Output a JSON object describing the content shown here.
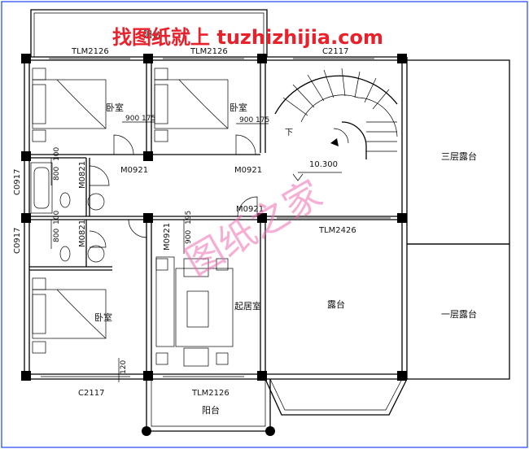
{
  "watermark_top": "找图纸就上 tuzhizhijia.com",
  "watermark_diag": "图纸之家",
  "rooms": {
    "bedroom_1": "卧室",
    "bedroom_2": "卧室",
    "bedroom_3": "卧室",
    "living": "起居室",
    "terrace": "露台",
    "terrace_3f": "三层露台",
    "terrace_1f": "一层露台",
    "balcony_bottom": "阳台",
    "balcony_top": "阳台"
  },
  "labels": {
    "tlm_top_left": "TLM2126",
    "tlm_top_mid": "TLM2126",
    "c_top": "C2117",
    "m_left": "M0921",
    "m_mid": "M0921",
    "m_right": "M0921",
    "m_living": "M0921",
    "m_bath_1": "M0821",
    "m_bath_2": "M0821",
    "tlm_terrace": "TLM2426",
    "c_bottom": "C2117",
    "tlm_bottom": "TLM2126",
    "c_side_1": "C0917",
    "c_side_2": "C0917",
    "dim_900_a": "900",
    "dim_175_a": "175",
    "dim_900_b": "900",
    "dim_175_b": "175",
    "dim_800_a": "800",
    "dim_100_a": "100",
    "dim_800_b": "800",
    "dim_100_b": "100",
    "dim_900_c": "900",
    "dim_195": "195",
    "dim_120": "120",
    "elevation": "10.300",
    "stair_down": "下"
  }
}
